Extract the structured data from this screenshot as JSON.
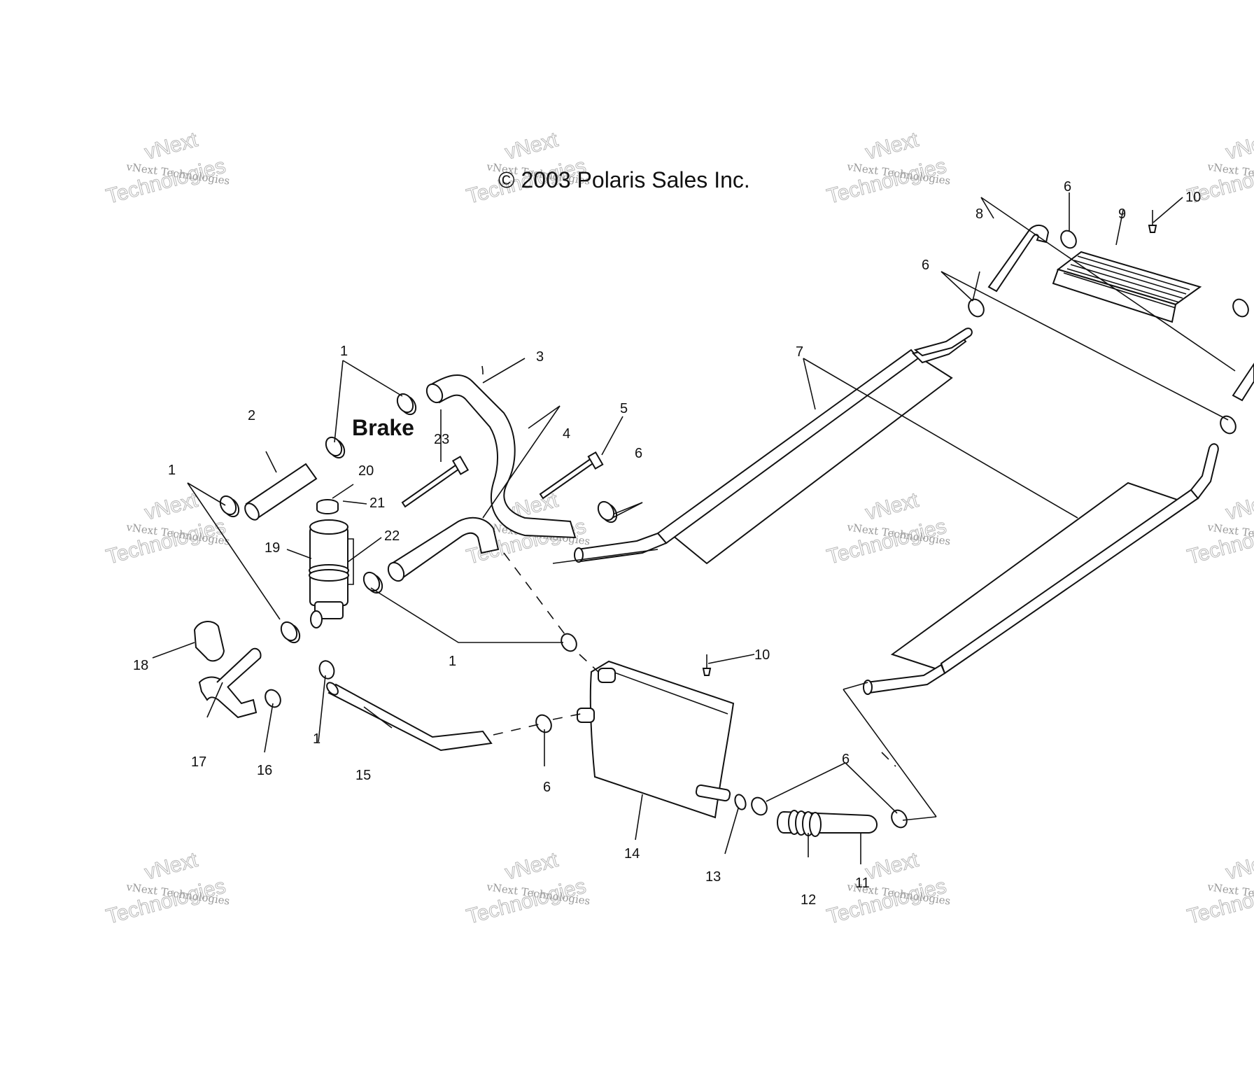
{
  "title": "© 2003 Polaris Sales Inc.",
  "section_label": "Brake",
  "watermark": {
    "line1": "vNext Technologies",
    "line2": "vNext",
    "line3": "Technologies"
  },
  "callouts": [
    "1",
    "2",
    "3",
    "4",
    "5",
    "6",
    "7",
    "8",
    "9",
    "10",
    "11",
    "12",
    "13",
    "14",
    "15",
    "16",
    "17",
    "18",
    "19",
    "20",
    "21",
    "22",
    "23"
  ]
}
